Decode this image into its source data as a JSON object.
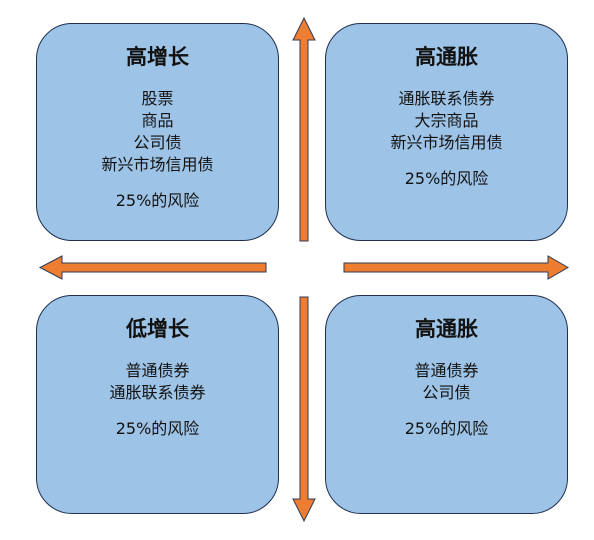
{
  "colors": {
    "box_fill": "#9DC3E6",
    "box_border": "#1F2F4E",
    "arrow_fill": "#ED7D31",
    "arrow_border": "#2E3A55"
  },
  "quadrants": {
    "top_left": {
      "title": "高增长",
      "items": [
        "股票",
        "商品",
        "公司债",
        "新兴市场信用债"
      ],
      "risk": "25%的风险"
    },
    "top_right": {
      "title": "高通胀",
      "items": [
        "通胀联系债券",
        "大宗商品",
        "新兴市场信用债"
      ],
      "risk": "25%的风险"
    },
    "bottom_left": {
      "title": "低增长",
      "items": [
        "普通债券",
        "通胀联系债券"
      ],
      "risk": "25%的风险"
    },
    "bottom_right": {
      "title": "高通胀",
      "items": [
        "普通债券",
        "公司债"
      ],
      "risk": "25%的风险"
    }
  }
}
